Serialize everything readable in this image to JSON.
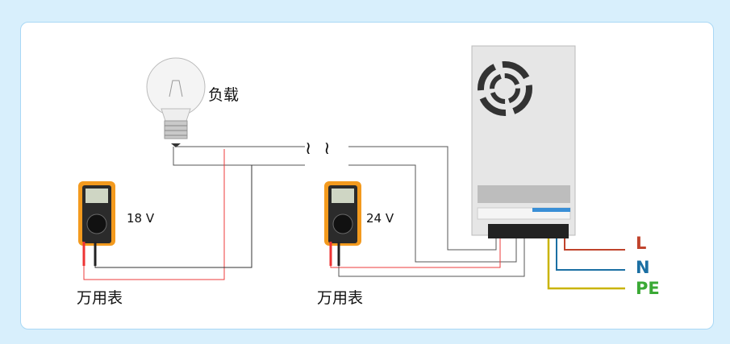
{
  "labels": {
    "load": "负载",
    "meter1": "万用表",
    "meter2": "万用表",
    "reading1": "18 V",
    "reading2": "24 V",
    "wave": "≀ ≀"
  },
  "ac_terminals": [
    {
      "label": "L",
      "color": "#c0432c"
    },
    {
      "label": "N",
      "color": "#1b6fa3"
    },
    {
      "label": "PE",
      "color": "#3aa935"
    }
  ],
  "colors": {
    "probe_red": "#ee3b3b",
    "probe_black": "#333333",
    "wire": "#555555",
    "meter_body": "#f39a1e"
  }
}
